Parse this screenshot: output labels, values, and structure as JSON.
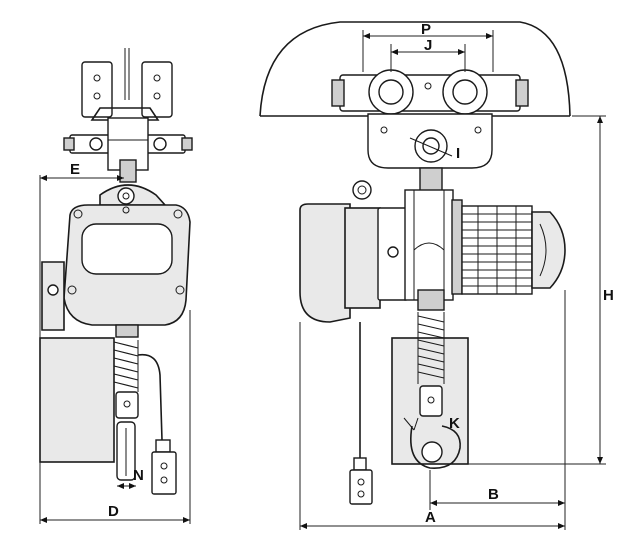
{
  "labels": {
    "A": "A",
    "B": "B",
    "D": "D",
    "E": "E",
    "H": "H",
    "I": "I",
    "J": "J",
    "K": "K",
    "N": "N",
    "P": "P"
  }
}
